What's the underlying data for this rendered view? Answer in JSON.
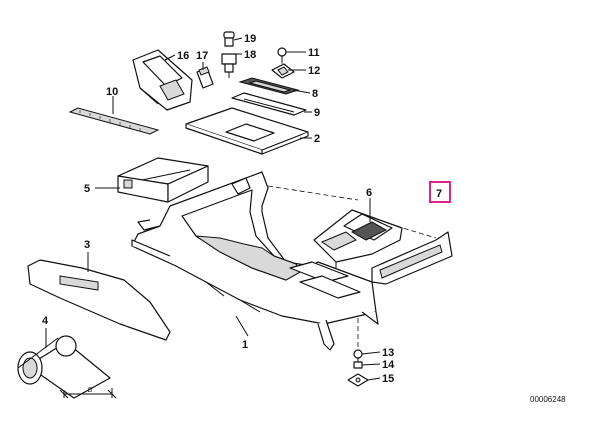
{
  "diagram": {
    "callouts": [
      {
        "id": "c1",
        "label": "1"
      },
      {
        "id": "c2",
        "label": "2"
      },
      {
        "id": "c3",
        "label": "3"
      },
      {
        "id": "c4",
        "label": "4"
      },
      {
        "id": "c5",
        "label": "5"
      },
      {
        "id": "c6",
        "label": "6"
      },
      {
        "id": "c7",
        "label": "7",
        "highlighted": true
      },
      {
        "id": "c8",
        "label": "8"
      },
      {
        "id": "c9",
        "label": "9"
      },
      {
        "id": "c10",
        "label": "10"
      },
      {
        "id": "c11",
        "label": "11"
      },
      {
        "id": "c12",
        "label": "12"
      },
      {
        "id": "c13",
        "label": "13"
      },
      {
        "id": "c14",
        "label": "14"
      },
      {
        "id": "c15",
        "label": "15"
      },
      {
        "id": "c16",
        "label": "16"
      },
      {
        "id": "c17",
        "label": "17"
      },
      {
        "id": "c18",
        "label": "18"
      },
      {
        "id": "c19",
        "label": "19"
      }
    ],
    "dimension_label": "B",
    "diagram_code": "00006248",
    "highlight_color": "#e0218a"
  }
}
